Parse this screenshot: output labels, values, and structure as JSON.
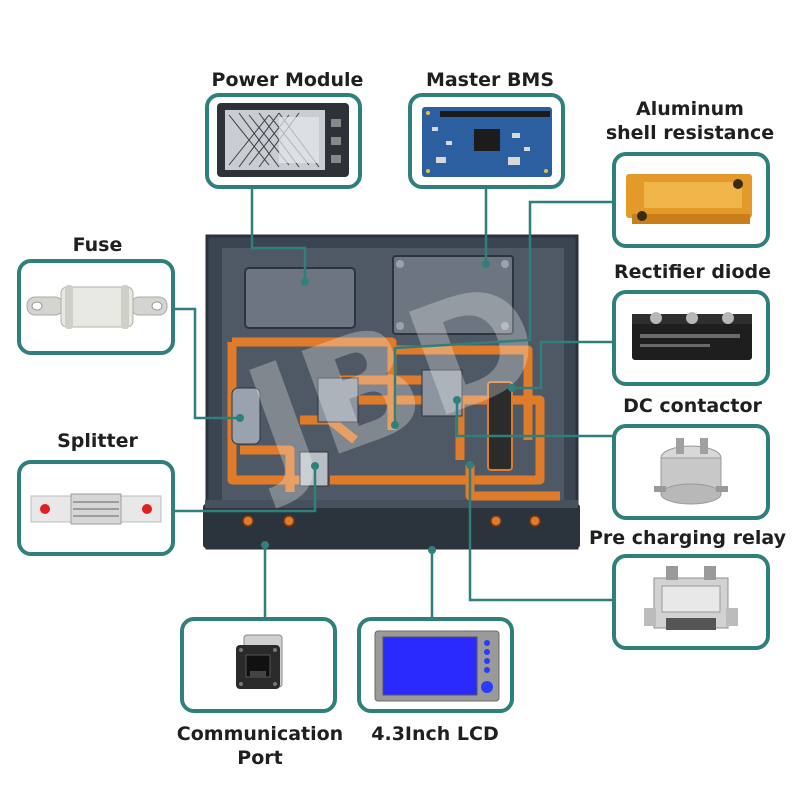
{
  "labels": {
    "power_module": "Power Module",
    "master_bms": "Master BMS",
    "aluminum_line1": "Aluminum",
    "aluminum_line2": "shell resistance",
    "fuse": "Fuse",
    "rectifier_diode": "Rectifier diode",
    "splitter": "Splitter",
    "dc_contactor": "DC contactor",
    "pre_charging_relay": "Pre charging relay",
    "comm_line1": "Communication",
    "comm_line2": "Port",
    "lcd": "4.3Inch LCD"
  },
  "watermark": "JBD",
  "colors": {
    "teal": "#2f7f7b",
    "copper": "#e07b2a",
    "chassis": "#3a4450",
    "panel": "#5a6470"
  }
}
